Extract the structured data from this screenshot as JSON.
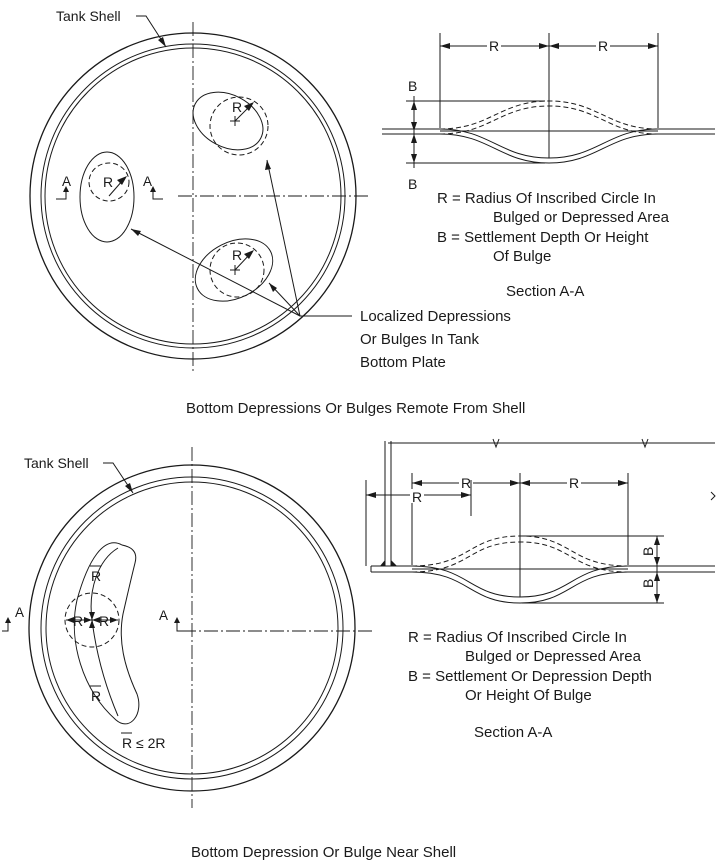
{
  "top": {
    "tank_shell_label": "Tank Shell",
    "section_letter": "A",
    "radius_symbol": "R",
    "depth_symbol": "B",
    "legend_r_line1": "R = Radius Of Inscribed Circle In",
    "legend_r_line2": "Bulged or Depressed Area",
    "legend_b_line1": "B = Settlement Depth Or Height",
    "legend_b_line2": "Of Bulge",
    "section_label": "Section A-A",
    "callout_line1": "Localized Depressions",
    "callout_line2": "Or Bulges In Tank",
    "callout_line3": "Bottom Plate",
    "caption": "Bottom Depressions Or Bulges Remote From Shell"
  },
  "bottom": {
    "tank_shell_label": "Tank Shell",
    "section_letter": "A",
    "radius_symbol": "R",
    "depth_symbol": "B",
    "rbar_symbol": "R",
    "condition": "≤ 2R",
    "legend_r_line1": "R = Radius Of Inscribed Circle In",
    "legend_r_line2": "Bulged or Depressed Area",
    "legend_b_line1": "B = Settlement Or Depression Depth",
    "legend_b_line2": "Or Height Of Bulge",
    "section_label": "Section A-A",
    "caption": "Bottom Depression Or Bulge Near Shell"
  }
}
